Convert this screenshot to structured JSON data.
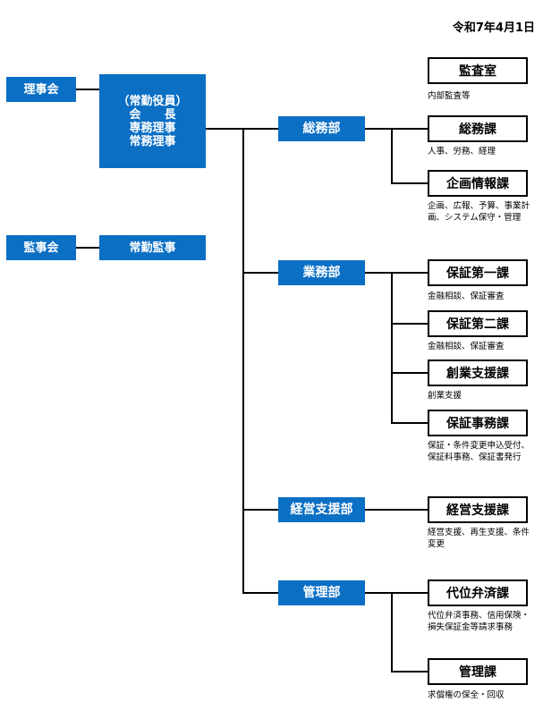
{
  "date": "令和7年4月1日",
  "board": "理事会",
  "executives": [
    "（常勤役員）",
    "会　　長",
    "専務理事",
    "常務理事"
  ],
  "audit_board": "監事会",
  "full_time_auditor": "常勤監事",
  "audit_office": {
    "name": "監査室",
    "desc": "内部監査等"
  },
  "departments": [
    {
      "name": "総務部",
      "sections": [
        {
          "name": "総務課",
          "desc": "人事、労務、経理"
        },
        {
          "name": "企画情報課",
          "desc": "企画、広報、予算、事業計画、システム保守・管理"
        }
      ]
    },
    {
      "name": "業務部",
      "sections": [
        {
          "name": "保証第一課",
          "desc": "金融相談、保証審査"
        },
        {
          "name": "保証第二課",
          "desc": "金融相談、保証審査"
        },
        {
          "name": "創業支援課",
          "desc": "創業支援"
        },
        {
          "name": "保証事務課",
          "desc": "保証・条件変更申込受付、保証料事務、保証書発行"
        }
      ]
    },
    {
      "name": "経営支援部",
      "sections": [
        {
          "name": "経営支援課",
          "desc": "経営支援、再生支援、条件変更"
        }
      ]
    },
    {
      "name": "管理部",
      "sections": [
        {
          "name": "代位弁済課",
          "desc": "代位弁済事務、信用保険・損失保証金等請求事務"
        },
        {
          "name": "管理課",
          "desc": "求償権の保全・回収"
        }
      ]
    }
  ]
}
